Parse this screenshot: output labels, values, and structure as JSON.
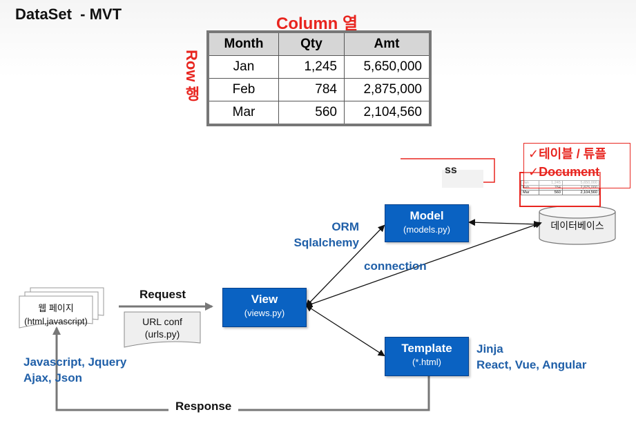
{
  "title": "DataSet  - MVT",
  "column_label": "Column 열",
  "row_label": "Row 행",
  "table": {
    "headers": [
      "Month",
      "Qty",
      "Amt"
    ],
    "rows": [
      [
        "Jan",
        "1,245",
        "5,650,000"
      ],
      [
        "Feb",
        "784",
        "2,875,000"
      ],
      [
        "Mar",
        "560",
        "2,104,560"
      ]
    ]
  },
  "mini_table": {
    "rows": [
      [
        "Jan",
        "1,245",
        "5,650,000"
      ],
      [
        "Feb",
        "784",
        "2,875,000"
      ],
      [
        "Mar",
        "560",
        "2,104,560"
      ]
    ]
  },
  "checklist": [
    "✓테이블 / 튜플",
    "✓Document"
  ],
  "partial_text": "ss",
  "model": {
    "name": "Model",
    "file": "(models.py)"
  },
  "view": {
    "name": "View",
    "file": "(views.py)"
  },
  "template": {
    "name": "Template",
    "file": "(*.html)"
  },
  "database": "데이터베이스",
  "webpage": {
    "line1": "웹 페이지",
    "line2": "(html,javascript)"
  },
  "urlconf": {
    "line1": "URL conf",
    "line2": "(urls.py)"
  },
  "labels": {
    "orm": "ORM\nSqlalchemy",
    "connection": "connection",
    "request": "Request",
    "response": "Response",
    "frontend": "Javascript, Jquery\nAjax, Json",
    "template_engines": "Jinja\nReact, Vue, Angular"
  },
  "colors": {
    "accent_red": "#e8251f",
    "box_blue": "#0a62c2",
    "label_blue": "#1f5fa8"
  }
}
